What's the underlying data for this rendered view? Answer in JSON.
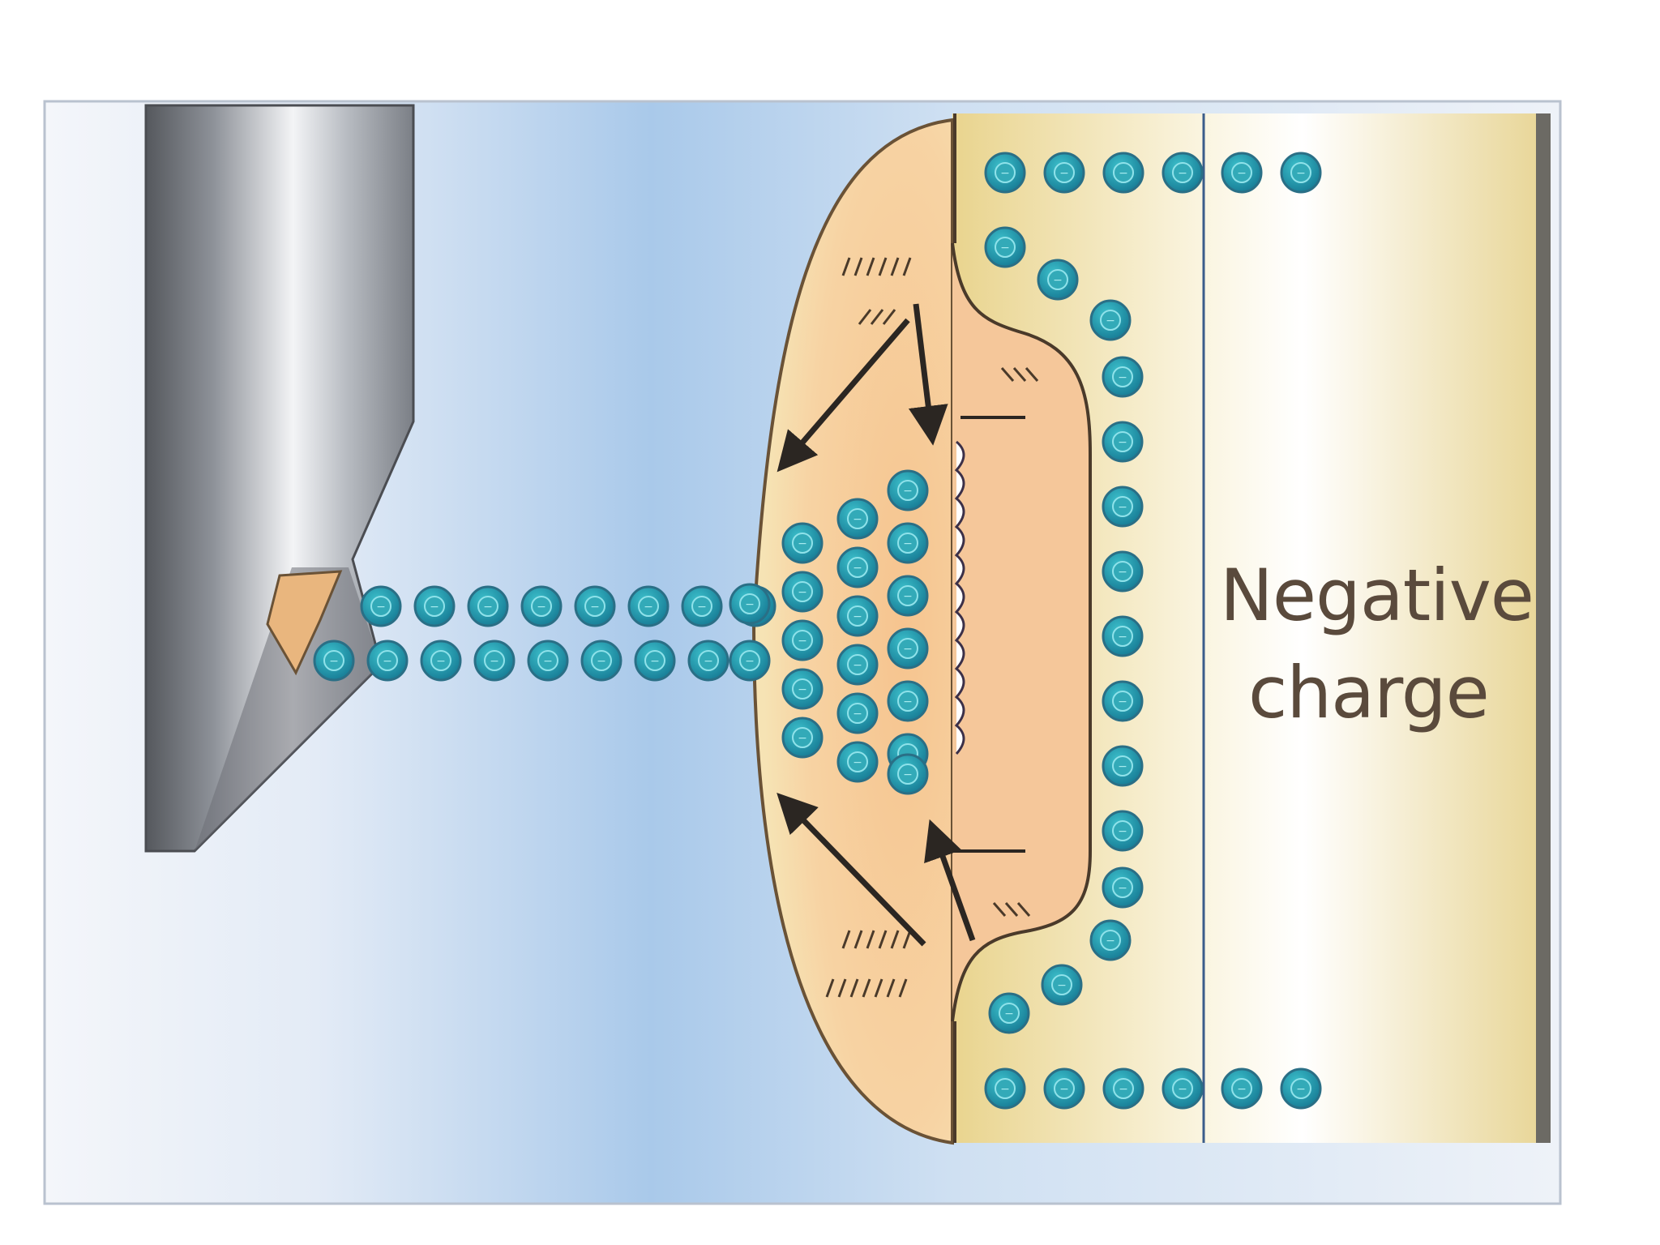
{
  "diagram": {
    "label": {
      "line1": "Negative",
      "line2": "charge"
    },
    "particle": {
      "symbol": "−",
      "name": "electron"
    },
    "colors": {
      "background_blue": "#a9c9ea",
      "workpiece_tan": "#f1e0a6",
      "plasma_orange": "#f3bf86",
      "electron_fill": "#1f8ea6",
      "electron_ring": "#2a6f86",
      "electrode_steel": "#9aa0a8",
      "arrow": "#2b2622",
      "label_text": "#5a4a3c"
    }
  }
}
